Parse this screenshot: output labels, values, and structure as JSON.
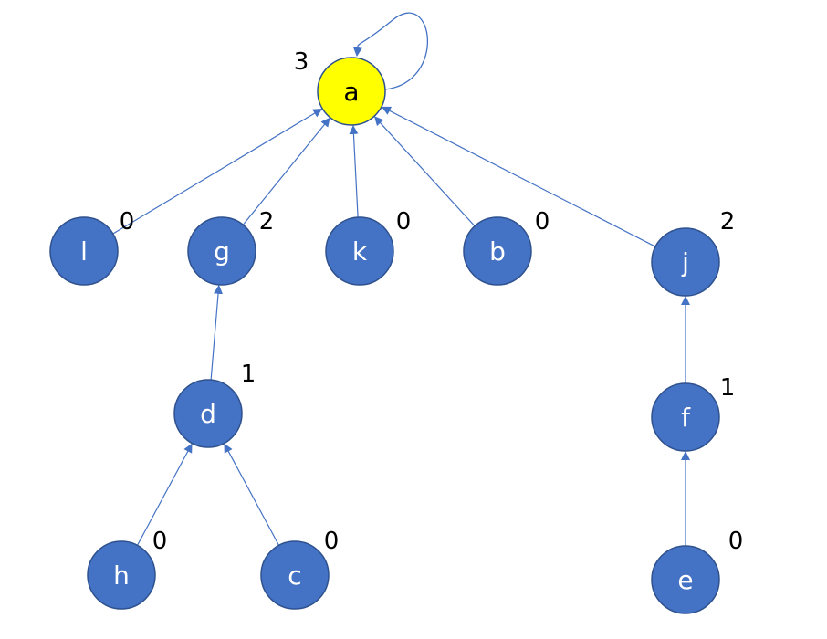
{
  "colors": {
    "node_fill": "#4472C4",
    "node_stroke": "#2F528F",
    "root_fill": "#FFFF00",
    "edge": "#4472C4",
    "rank_text": "#000000"
  },
  "nodes": [
    {
      "id": "a",
      "label": "a",
      "rank": "3",
      "root": true
    },
    {
      "id": "l",
      "label": "l",
      "rank": "0"
    },
    {
      "id": "g",
      "label": "g",
      "rank": "2"
    },
    {
      "id": "k",
      "label": "k",
      "rank": "0"
    },
    {
      "id": "b",
      "label": "b",
      "rank": "0"
    },
    {
      "id": "j",
      "label": "j",
      "rank": "2"
    },
    {
      "id": "d",
      "label": "d",
      "rank": "1"
    },
    {
      "id": "f",
      "label": "f",
      "rank": "1"
    },
    {
      "id": "h",
      "label": "h",
      "rank": "0"
    },
    {
      "id": "c",
      "label": "c",
      "rank": "0"
    },
    {
      "id": "e",
      "label": "e",
      "rank": "0"
    }
  ],
  "edges": [
    {
      "from": "a",
      "to": "a"
    },
    {
      "from": "l",
      "to": "a"
    },
    {
      "from": "g",
      "to": "a"
    },
    {
      "from": "k",
      "to": "a"
    },
    {
      "from": "b",
      "to": "a"
    },
    {
      "from": "j",
      "to": "a"
    },
    {
      "from": "d",
      "to": "g"
    },
    {
      "from": "h",
      "to": "d"
    },
    {
      "from": "c",
      "to": "d"
    },
    {
      "from": "f",
      "to": "j"
    },
    {
      "from": "e",
      "to": "f"
    }
  ]
}
